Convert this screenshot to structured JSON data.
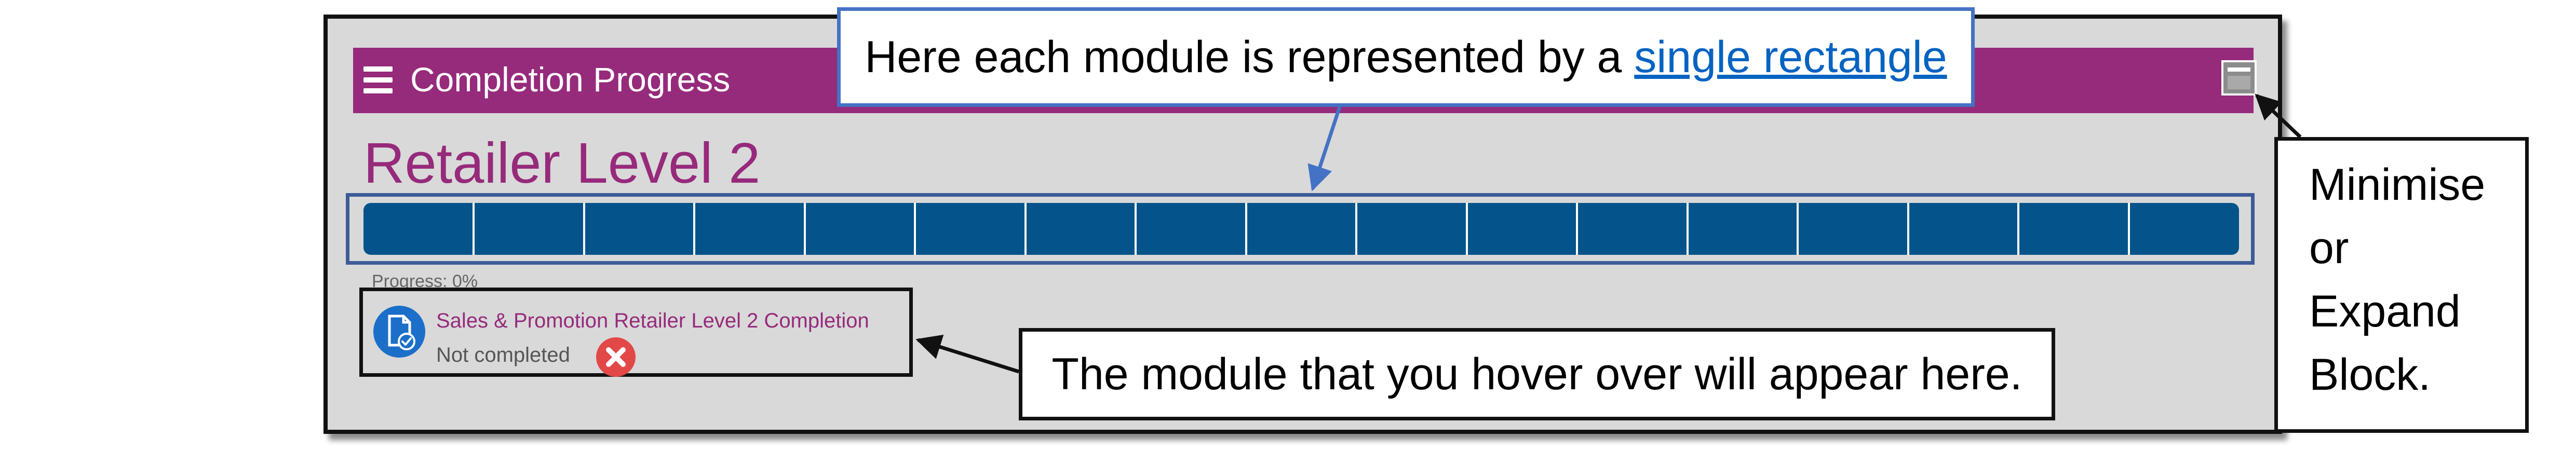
{
  "block": {
    "header_title": "Completion Progress",
    "title": "Retailer Level 2",
    "module_count": 17,
    "progress_text": "Progress: 0%",
    "hover_module": {
      "name": "Sales & Promotion Retailer Level 2 Completion",
      "status": "Not completed"
    }
  },
  "callouts": {
    "top_prefix": "Here each module is represented by a ",
    "top_link": "single rectangle",
    "hover_note": "The module that you hover over will appear here.",
    "minimise_lines": [
      "Minimise",
      "or",
      "Expand",
      "Block."
    ]
  },
  "icons": {
    "menu": "hamburger-icon",
    "toggle": "block-toggle-icon",
    "module": "module-document-icon",
    "status": "not-completed-icon"
  },
  "colors": {
    "header_bg": "#962a7b",
    "title": "#962a7b",
    "progress_bar": "#04548b",
    "panel_bg": "#d9d9d9",
    "highlight_border": "#3d5b98",
    "callout_border": "#4472c4",
    "link": "#0563c1",
    "status_icon": "#e24848"
  }
}
